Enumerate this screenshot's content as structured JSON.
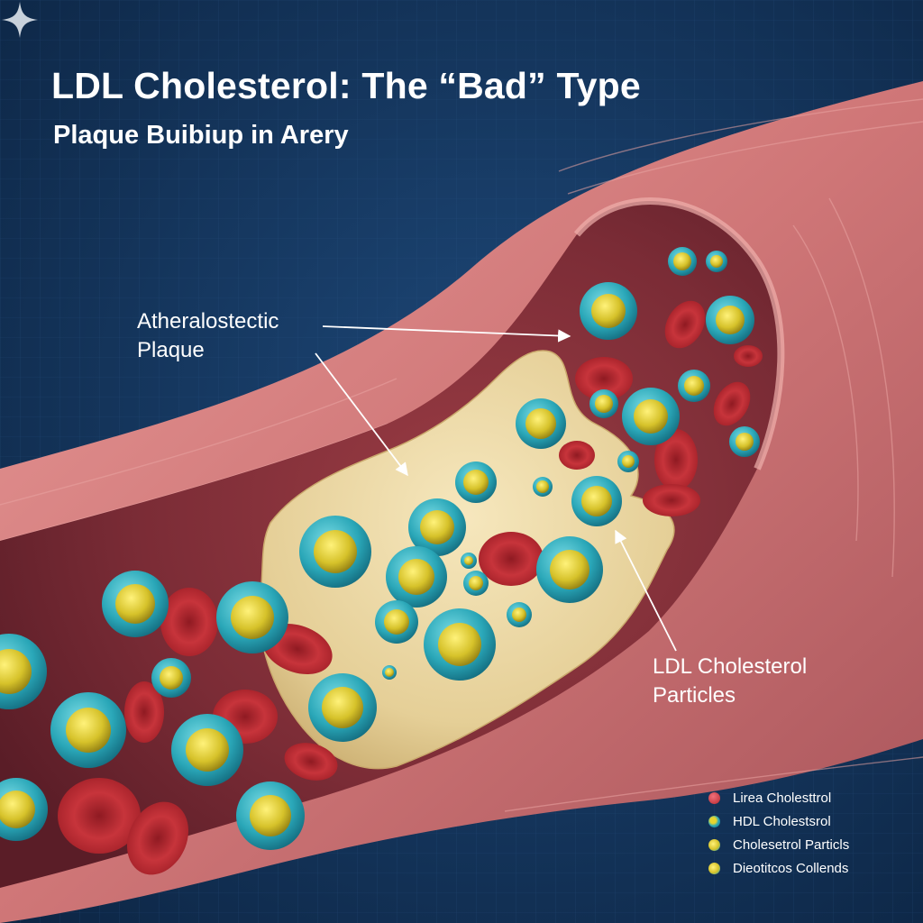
{
  "title": "LDL Cholesterol: The “Bad” Type",
  "subtitle": "Plaque Buibiup in Arery",
  "labels": {
    "plaque_line1": "Atheralostectic",
    "plaque_line2": "Plaque",
    "ldl_line1": "LDL Cholesterol",
    "ldl_line2": "Particles"
  },
  "legend": [
    {
      "label": "Lirea Cholesttrol",
      "color": "#c8323a"
    },
    {
      "label": "HDL Cholestsrol",
      "color": "#2aa7b8"
    },
    {
      "label": "Cholesetrol Particls",
      "color": "#d6c22a"
    },
    {
      "label": "Dieotitcos Collends",
      "color": "#d6c22a"
    }
  ],
  "colors": {
    "background": "#0f2a4a",
    "artery_wall": "#c86f72",
    "lumen": "#7a2c35",
    "plaque": "#e7d3a0",
    "red_blood_cell": "#b8282f",
    "ldl_shell": "#2aa7b8",
    "ldl_core": "#d6c22a"
  },
  "icons": {
    "watermark": "sparkle-icon"
  }
}
